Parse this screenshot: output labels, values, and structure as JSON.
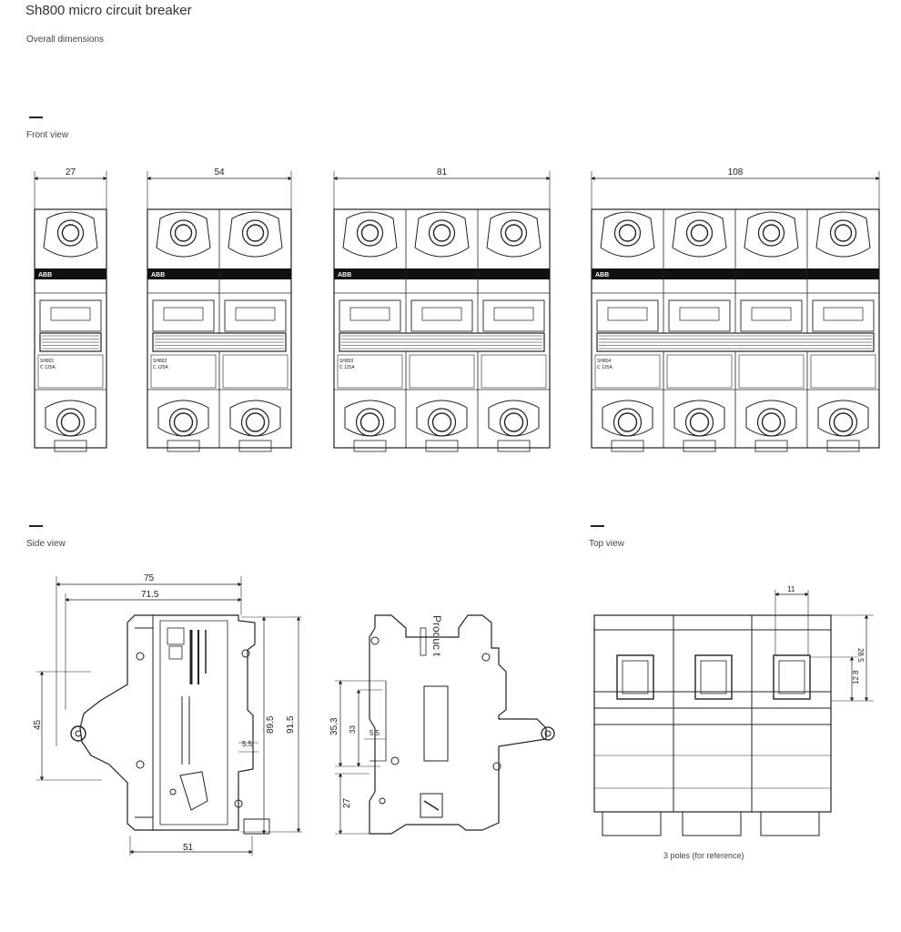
{
  "header": {
    "title": "Sh800 micro circuit breaker",
    "subtitle": "Overall dimensions"
  },
  "sections": {
    "front": "Front view",
    "side": "Side view",
    "top": "Top view"
  },
  "front_view": {
    "brand": "ABB",
    "modules": [
      {
        "width_label": "27",
        "poles": 1,
        "model": "SH801",
        "rating": "C 125A"
      },
      {
        "width_label": "54",
        "poles": 2,
        "model": "SH802",
        "rating": "C 125A"
      },
      {
        "width_label": "81",
        "poles": 3,
        "model": "SH803",
        "rating": "C 125A"
      },
      {
        "width_label": "108",
        "poles": 4,
        "model": "SH804",
        "rating": "C 125A"
      }
    ]
  },
  "side_view": {
    "dims": {
      "overall_depth": "75",
      "depth_inner": "71.5",
      "height_45": "45",
      "height_89_5": "89.5",
      "height_91_5": "91.5",
      "offset_5_5": "5.5",
      "base_51": "51",
      "rail_35_3": "35.3",
      "rail_33": "33",
      "rail_5_5": "5.5",
      "rail_27": "27"
    },
    "product_text": "Produc t"
  },
  "top_view": {
    "dims": {
      "width_11": "11",
      "height_28_5": "28.5",
      "height_12_8": "12.8"
    },
    "caption": "3 poles (for reference)"
  }
}
